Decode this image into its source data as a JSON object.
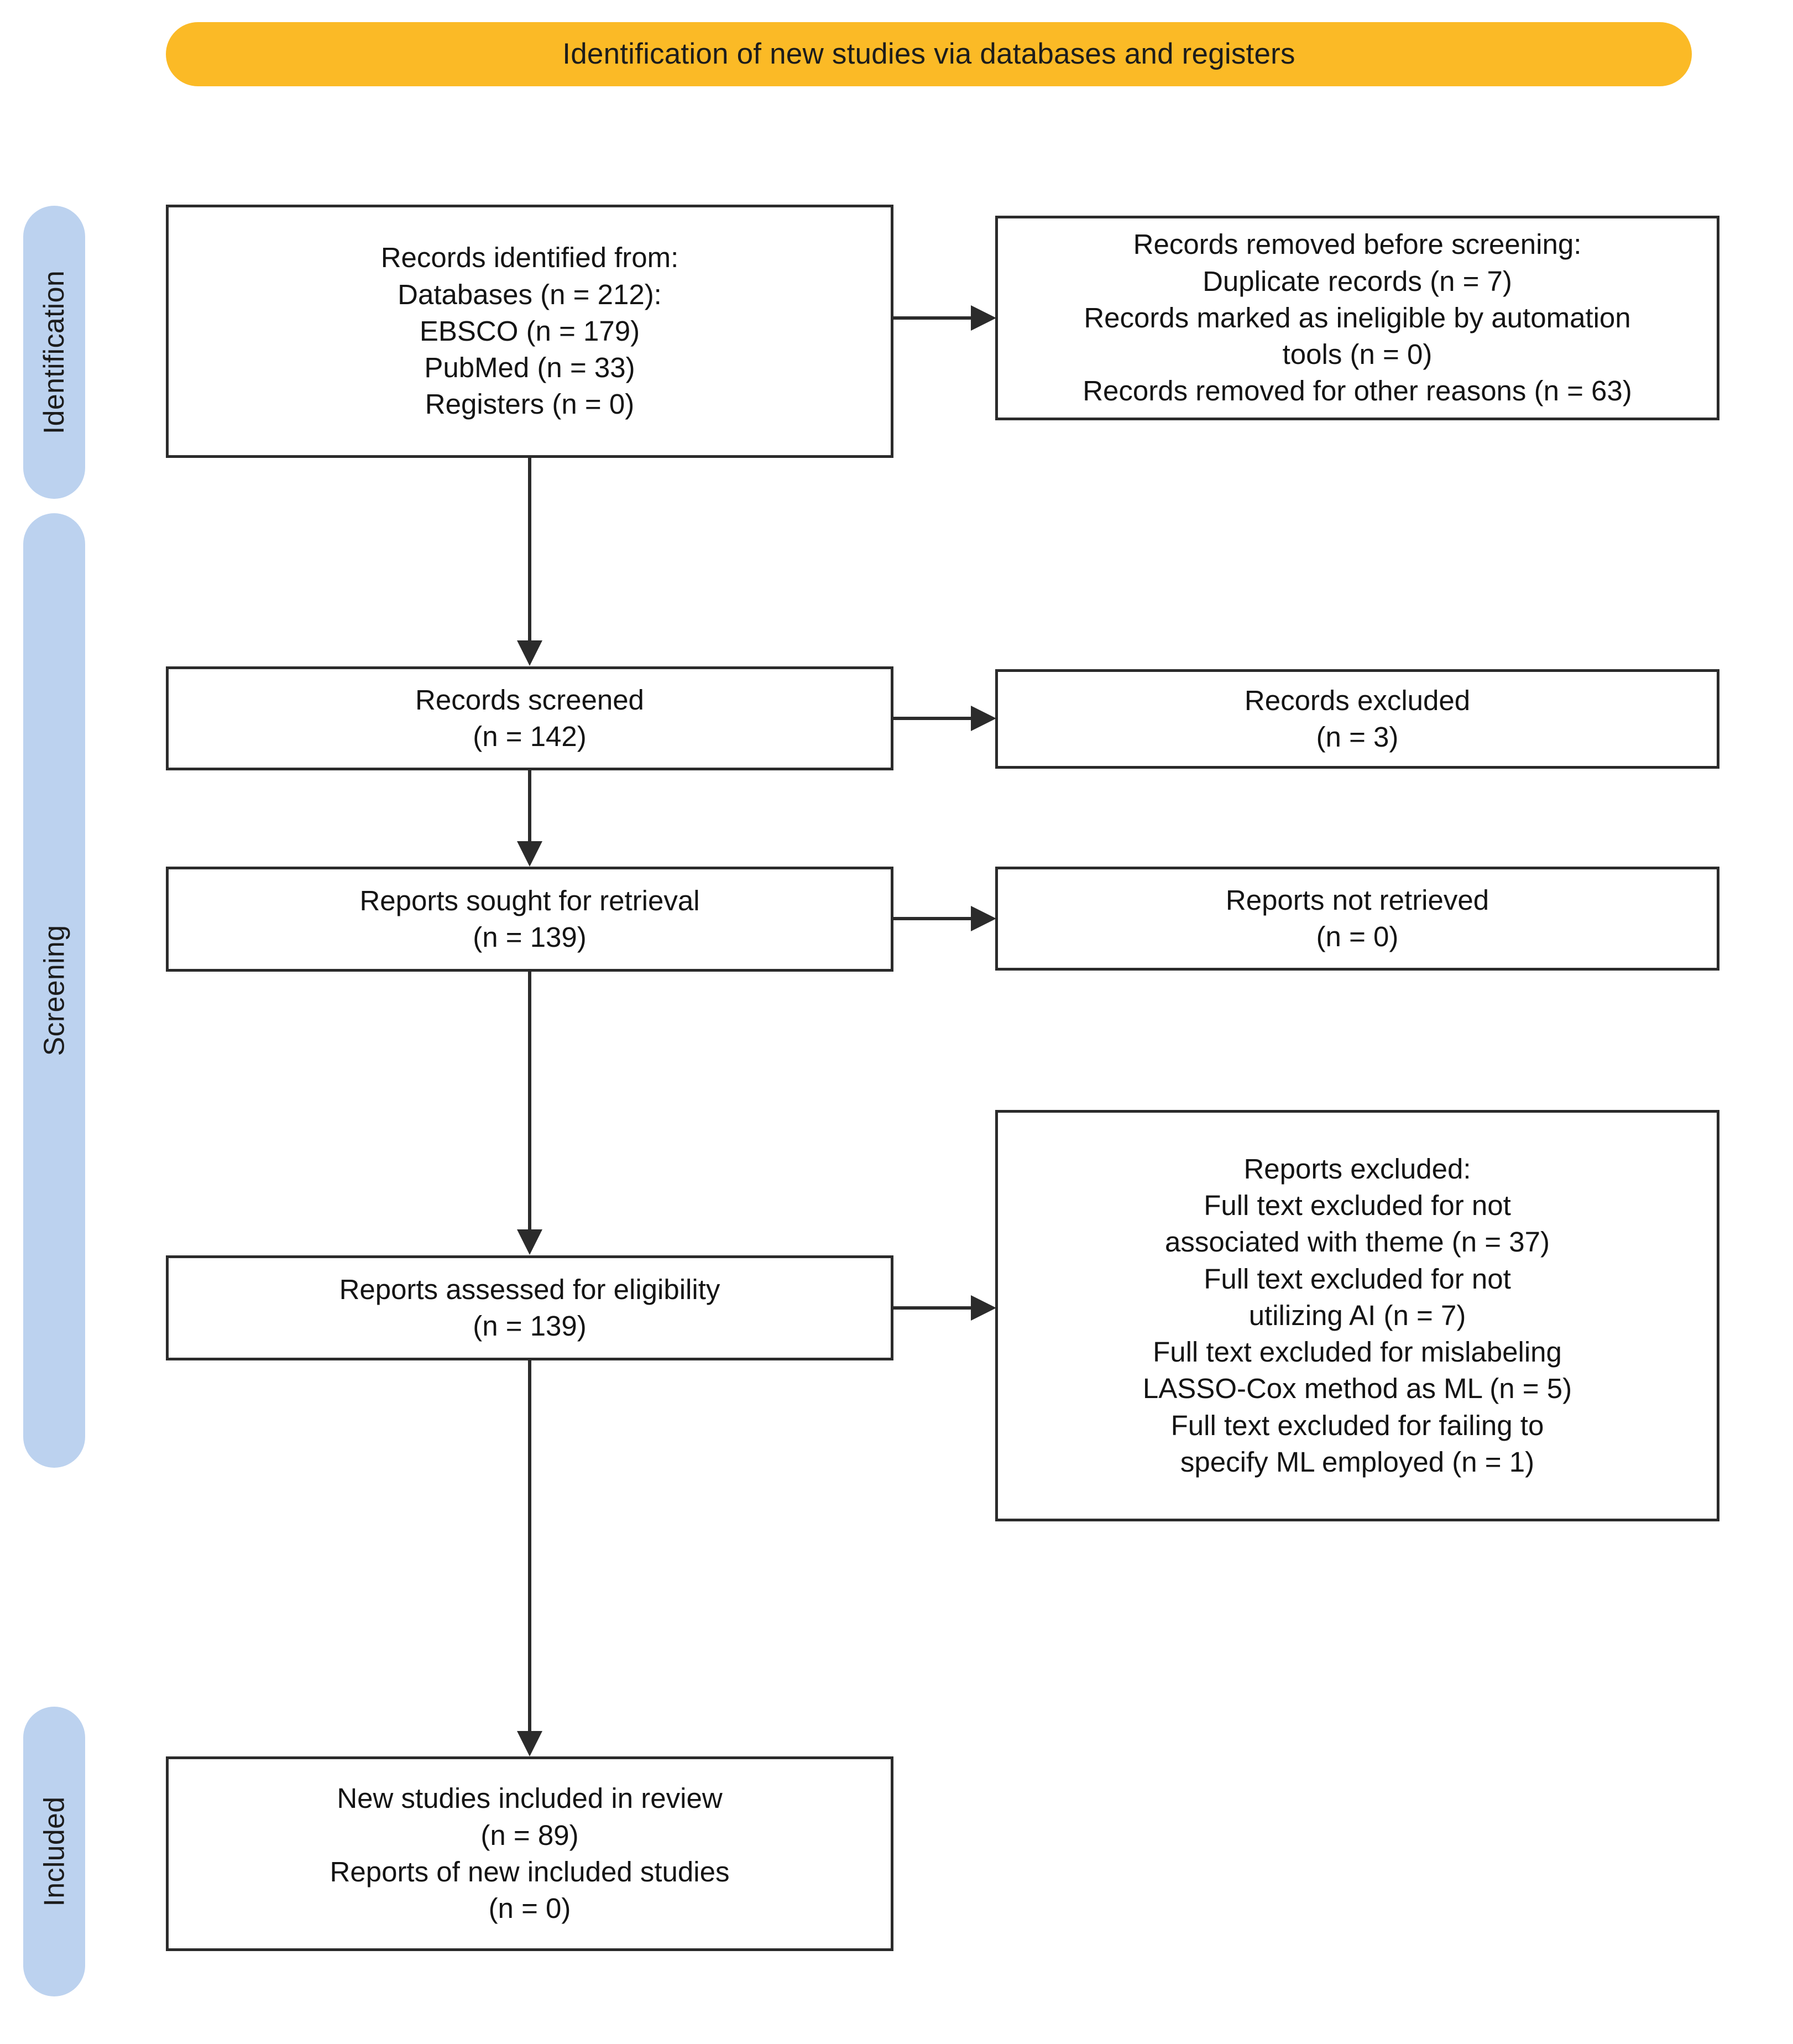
{
  "banner": {
    "title": "Identification of new studies via databases and registers",
    "color": "#FBBA26"
  },
  "rails": {
    "color": "#BCD2EF",
    "identification": "Identification",
    "screening": "Screening",
    "included": "Included"
  },
  "boxes": {
    "identified": {
      "lines": [
        "Records identified from:",
        "Databases (n = 212):",
        "EBSCO (n = 179)",
        "PubMed (n = 33)",
        "Registers (n = 0)"
      ]
    },
    "removed": {
      "lines": [
        "Records removed before screening:",
        "Duplicate records (n = 7)",
        "Records marked as ineligible by automation",
        "tools (n = 0)",
        "Records removed for other reasons (n = 63)"
      ]
    },
    "screened": {
      "lines": [
        "Records screened",
        "(n = 142)"
      ]
    },
    "records_excluded": {
      "lines": [
        "Records excluded",
        "(n = 3)"
      ]
    },
    "sought": {
      "lines": [
        "Reports sought for retrieval",
        "(n = 139)"
      ]
    },
    "not_retrieved": {
      "lines": [
        "Reports not retrieved",
        "(n = 0)"
      ]
    },
    "assessed": {
      "lines": [
        "Reports assessed for eligibility",
        "(n = 139)"
      ]
    },
    "reports_excluded": {
      "lines": [
        "Reports excluded:",
        "Full text excluded for not",
        "associated with theme (n = 37)",
        "Full text excluded for not",
        "utilizing AI (n = 7)",
        "Full text excluded for mislabeling",
        "LASSO-Cox method as ML (n = 5)",
        "Full text excluded for failing to",
        "specify ML employed (n = 1)"
      ]
    },
    "included_final": {
      "lines": [
        "New studies included in review",
        "(n = 89)",
        "Reports of new included studies",
        "(n = 0)"
      ]
    }
  },
  "chart_data": {
    "type": "diagram",
    "title": "Identification of new studies via databases and registers",
    "diagram_kind": "PRISMA 2020 flow diagram",
    "stages": [
      "Identification",
      "Screening",
      "Included"
    ],
    "nodes": [
      {
        "id": "identified",
        "stage": "Identification",
        "column": "left",
        "label": "Records identified from",
        "n_total": 212,
        "sources": {
          "Databases": 212,
          "EBSCO": 179,
          "PubMed": 33,
          "Registers": 0
        }
      },
      {
        "id": "removed",
        "stage": "Identification",
        "column": "right",
        "label": "Records removed before screening",
        "duplicate_records": 7,
        "ineligible_by_automation_tools": 0,
        "removed_for_other_reasons": 63
      },
      {
        "id": "screened",
        "stage": "Screening",
        "column": "left",
        "label": "Records screened",
        "n": 142
      },
      {
        "id": "records_excluded",
        "stage": "Screening",
        "column": "right",
        "label": "Records excluded",
        "n": 3
      },
      {
        "id": "sought",
        "stage": "Screening",
        "column": "left",
        "label": "Reports sought for retrieval",
        "n": 139
      },
      {
        "id": "not_retrieved",
        "stage": "Screening",
        "column": "right",
        "label": "Reports not retrieved",
        "n": 0
      },
      {
        "id": "assessed",
        "stage": "Screening",
        "column": "left",
        "label": "Reports assessed for eligibility",
        "n": 139
      },
      {
        "id": "reports_excluded",
        "stage": "Screening",
        "column": "right",
        "label": "Reports excluded",
        "reasons": [
          {
            "reason": "Full text excluded for not associated with theme",
            "n": 37
          },
          {
            "reason": "Full text excluded for not utilizing AI",
            "n": 7
          },
          {
            "reason": "Full text excluded for mislabeling LASSO-Cox method as ML",
            "n": 5
          },
          {
            "reason": "Full text excluded for failing to specify ML employed",
            "n": 1
          }
        ]
      },
      {
        "id": "included_final",
        "stage": "Included",
        "column": "left",
        "label": "New studies included in review",
        "new_studies_included": 89,
        "reports_of_new_included_studies": 0
      }
    ],
    "edges": [
      {
        "from": "identified",
        "to": "removed",
        "direction": "right"
      },
      {
        "from": "identified",
        "to": "screened",
        "direction": "down"
      },
      {
        "from": "screened",
        "to": "records_excluded",
        "direction": "right"
      },
      {
        "from": "screened",
        "to": "sought",
        "direction": "down"
      },
      {
        "from": "sought",
        "to": "not_retrieved",
        "direction": "right"
      },
      {
        "from": "sought",
        "to": "assessed",
        "direction": "down"
      },
      {
        "from": "assessed",
        "to": "reports_excluded",
        "direction": "right"
      },
      {
        "from": "assessed",
        "to": "included_final",
        "direction": "down"
      }
    ]
  }
}
